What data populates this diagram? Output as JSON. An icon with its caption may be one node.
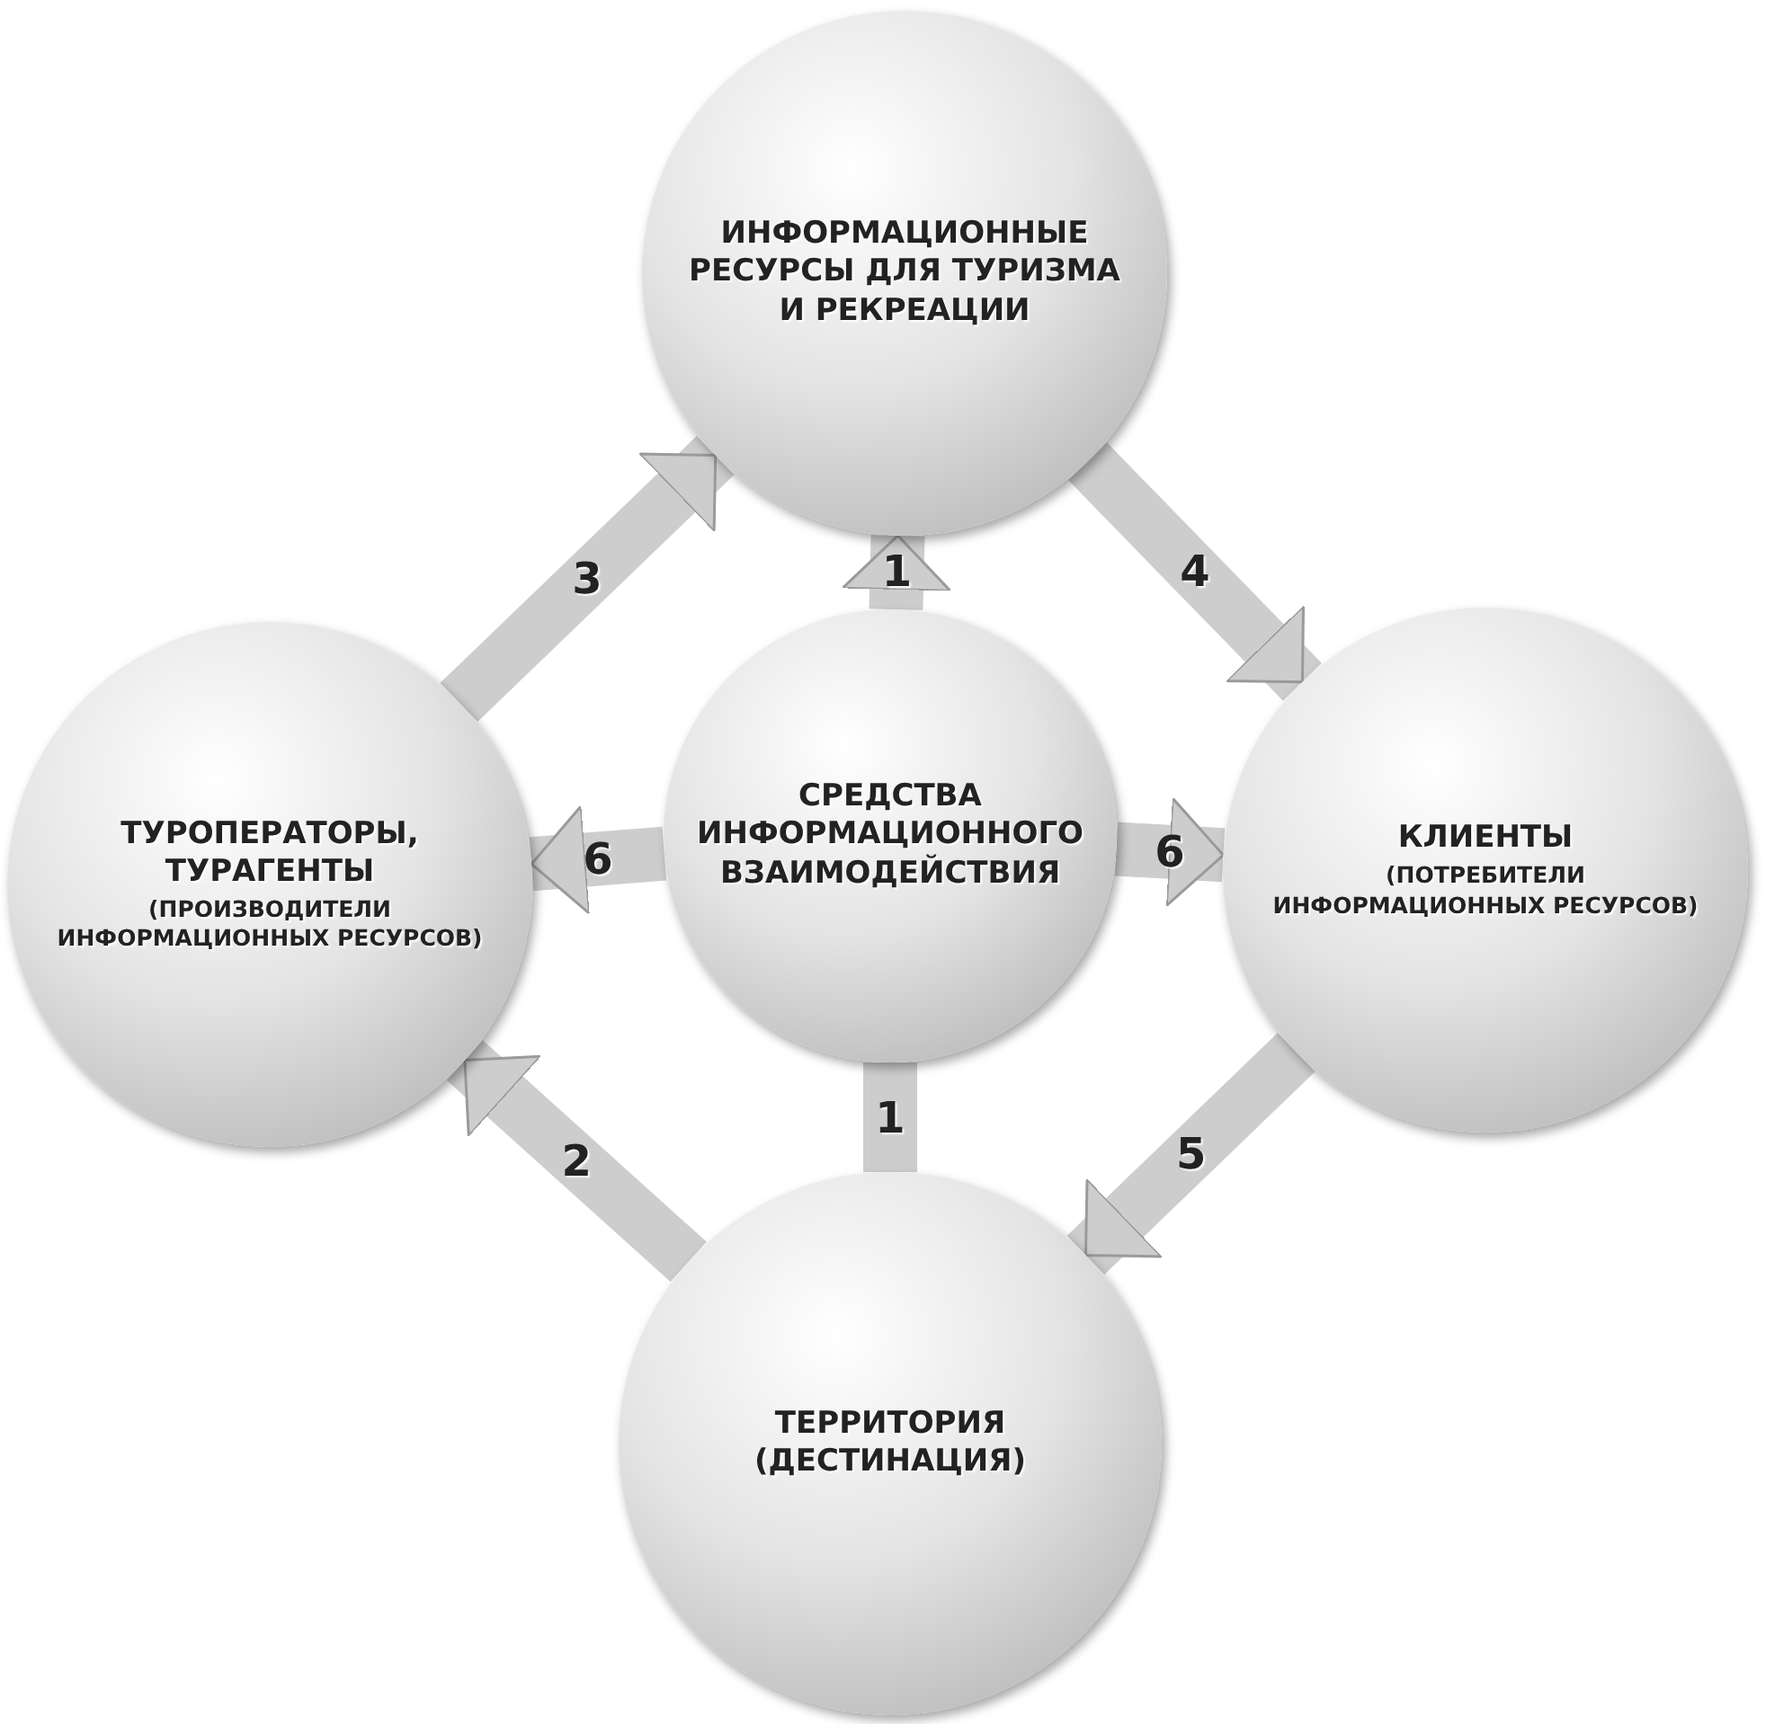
{
  "diagram": {
    "nodes": [
      {
        "text": [
          "ИНФОРМАЦИОННЫЕ РЕСУРСЫ ДЛЯ ТУРИЗМА И РЕКРЕАЦИИ"
        ]
      },
      {
        "text": [
          "ТУРОПЕРАТОРЫ, ТУРАГЕНТЫ",
          "(ПРОИЗВОДИТЕЛИ ИНФОРМАЦИОННЫХ РЕСУРСОВ)"
        ]
      },
      {
        "text": [
          "СРЕДСТВА ИНФОРМАЦИОННОГО ВЗАИМОДЕЙСТВИЯ"
        ]
      },
      {
        "text": [
          "КЛИЕНТЫ",
          "(ПОТРЕБИТЕЛИ ИНФОРМАЦИОННЫХ РЕСУРСОВ)"
        ]
      },
      {
        "text": [
          "ТЕРРИТОРИЯ (ДЕСТИНАЦИЯ)"
        ]
      }
    ],
    "edges": [
      {
        "from": 2,
        "to": 0,
        "arrow": "to",
        "label": "1"
      },
      {
        "from": 2,
        "to": 4,
        "arrow": "none",
        "label": "1"
      },
      {
        "from": 1,
        "to": 0,
        "arrow": "to",
        "label": "3"
      },
      {
        "from": 0,
        "to": 3,
        "arrow": "to",
        "label": "4"
      },
      {
        "from": 3,
        "to": 4,
        "arrow": "to",
        "label": "5"
      },
      {
        "from": 4,
        "to": 1,
        "arrow": "to",
        "label": "2"
      },
      {
        "from": 2,
        "to": 1,
        "arrow": "to",
        "label": "6"
      },
      {
        "from": 2,
        "to": 3,
        "arrow": "to",
        "label": "6"
      }
    ]
  }
}
